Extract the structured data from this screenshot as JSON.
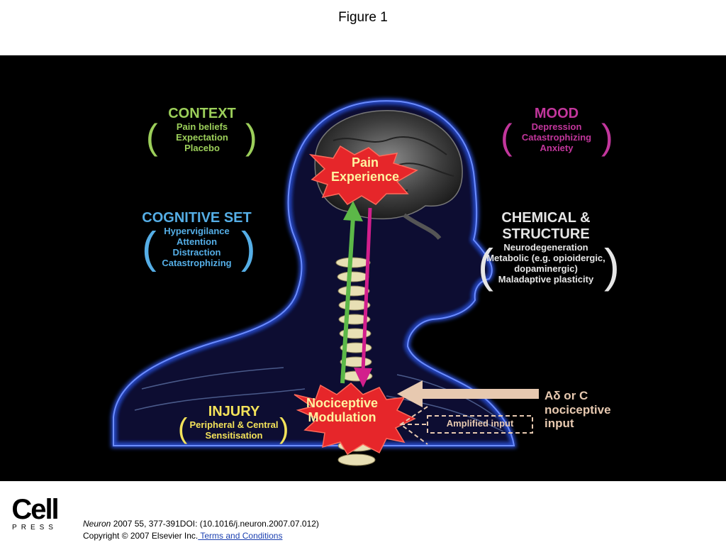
{
  "figure_title": "Figure 1",
  "pain_experience": [
    "Pain",
    "Experience"
  ],
  "nociceptive_modulation": [
    "Nociceptive",
    "Modulation"
  ],
  "context": {
    "heading": "CONTEXT",
    "items": [
      "Pain beliefs",
      "Expectation",
      "Placebo"
    ],
    "color": "#9ccf5a"
  },
  "mood": {
    "heading": "MOOD",
    "items": [
      "Depression",
      "Catastrophizing",
      "Anxiety"
    ],
    "color": "#c2369c"
  },
  "cognitive_set": {
    "heading": "COGNITIVE SET",
    "items": [
      "Hypervigilance",
      "Attention",
      "Distraction",
      "Catastrophizing"
    ],
    "color": "#55aee6"
  },
  "chemical_structure": {
    "heading_lines": [
      "CHEMICAL &",
      "STRUCTURE"
    ],
    "items": [
      "Neurodegeneration",
      "Metabolic (e.g. opioidergic,",
      "dopaminergic)",
      "Maladaptive plasticity"
    ],
    "color": "#e6e6e6"
  },
  "injury": {
    "heading": "INJURY",
    "items": [
      "Peripheral & Central",
      "Sensitisation"
    ],
    "color": "#f3e25a"
  },
  "input": {
    "lines": [
      "Aδ or C",
      "nociceptive",
      "input"
    ],
    "amplified": "Amplified input",
    "color": "#e7c9b0"
  },
  "footer": {
    "journal": "Neuron",
    "citation": " 2007 55, 377-391DOI: (10.1016/j.neuron.2007.07.012)",
    "copyright": "Copyright © 2007 Elsevier Inc.",
    "terms": " Terms and Conditions"
  },
  "logo": {
    "name": "Cell",
    "press": "PRESS"
  }
}
